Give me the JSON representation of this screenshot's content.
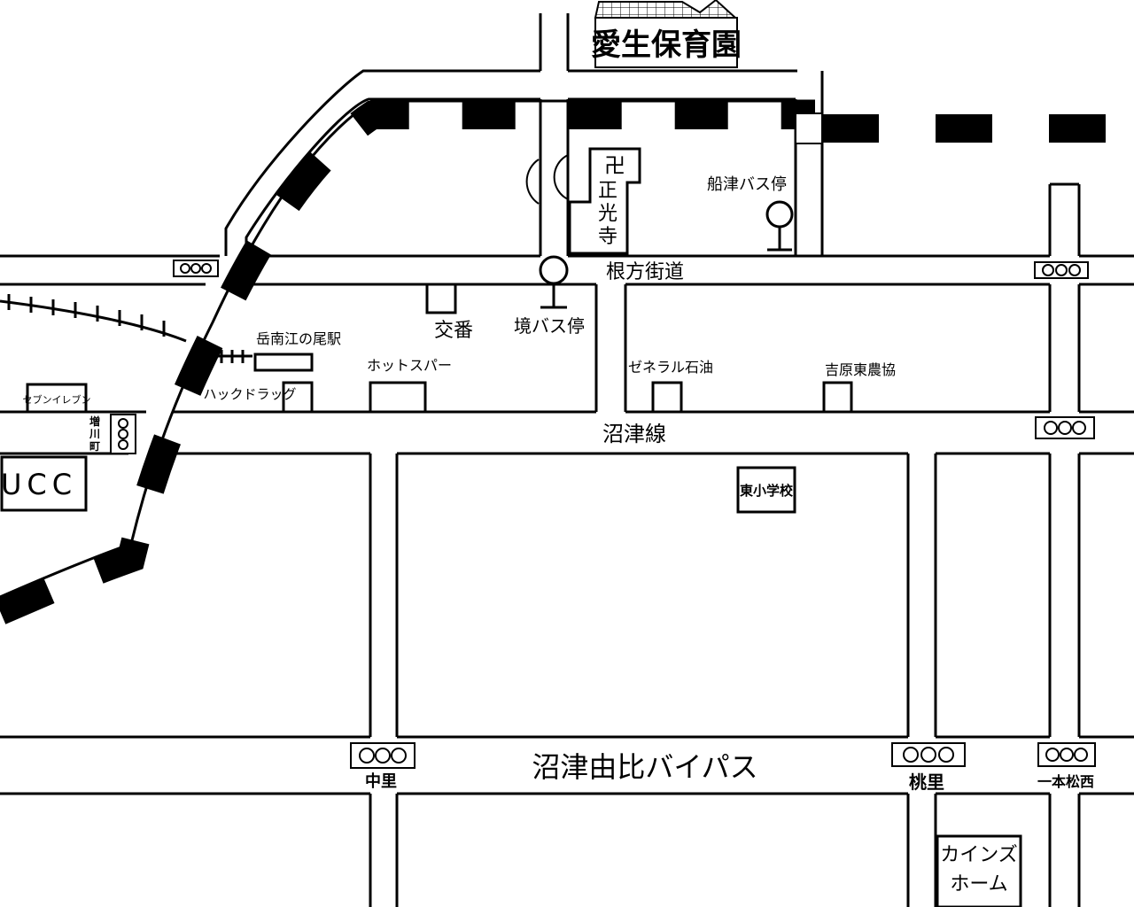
{
  "labels": {
    "nursery": "愛生保育園",
    "temple_symbol": "卍",
    "temple_1": "正",
    "temple_2": "光",
    "temple_3": "寺",
    "funatsu_bus": "船津バス停",
    "negata_road": "根方街道",
    "koban": "交番",
    "sakai_bus": "境バス停",
    "gakunan_station": "岳南江の尾駅",
    "hot_spa": "ホットスパー",
    "general_oil": "ゼネラル石油",
    "yoshiwara_ja": "吉原東農協",
    "seven_eleven": "セブンイレブン",
    "masukawa_1": "増",
    "masukawa_2": "川",
    "masukawa_3": "町",
    "hack_drug": "ハックドラッグ",
    "numazu_line": "沼津線",
    "ucc": "UCC",
    "higashi_school": "東小学校",
    "bypass": "沼津由比バイパス",
    "nakazato": "中里",
    "momozato": "桃里",
    "ipponmatsu": "一本松西",
    "cainz_1": "カインズ",
    "cainz_2": "ホーム"
  }
}
